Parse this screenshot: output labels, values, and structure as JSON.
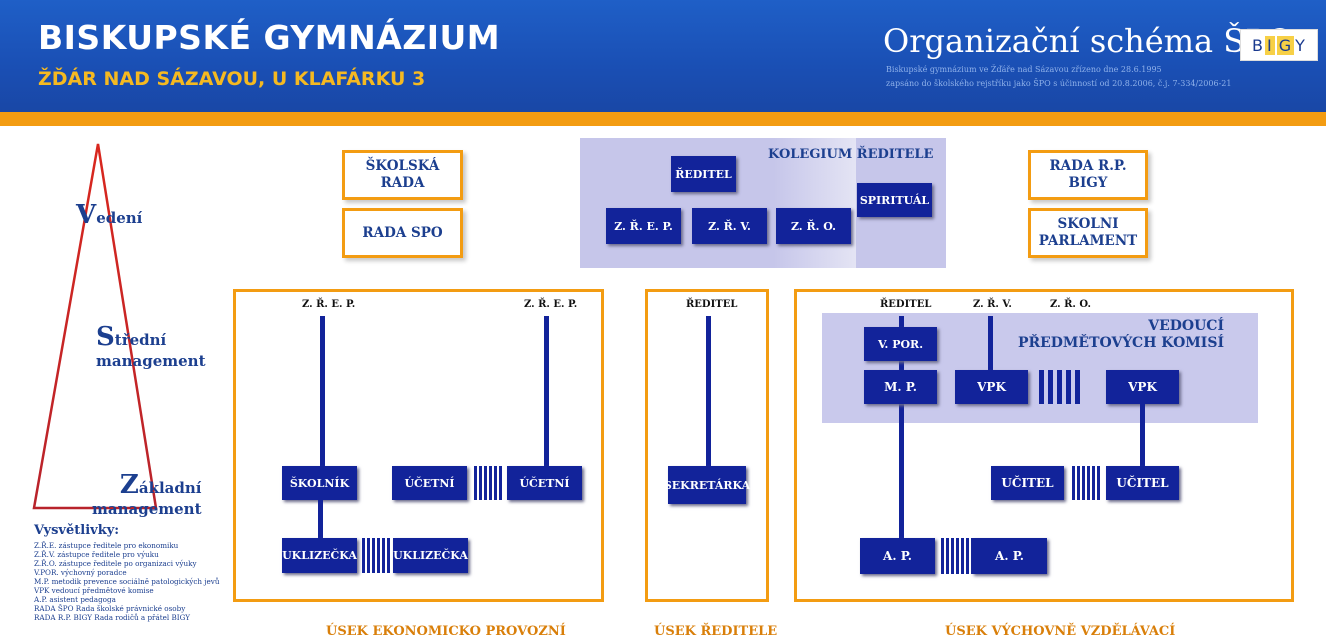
{
  "header": {
    "school_name": "BISKUPSKÉ GYMNÁZIUM",
    "school_address": "ŽĎÁR NAD SÁZAVOU, U KLAFÁRKU 3",
    "scheme_title": "Organizační schéma ŠPO",
    "scheme_sub1": "Biskupské gymnázium ve Žďáře nad Sázavou zřízeno dne 28.6.1995",
    "scheme_sub2": "zapsáno do školského rejstříku jako ŠPO s účinností od 20.8.2006, č.j. 7-334/2006-21",
    "logo_text": "BIGY"
  },
  "levels": {
    "vedeni_initial": "V",
    "vedeni_rest": "edení",
    "stredni_initial": "S",
    "stredni_rest": "třední",
    "stredni_sub": "management",
    "zakladni_initial": "Z",
    "zakladni_rest": "ákladní",
    "zakladni_sub": "management"
  },
  "legend": {
    "title": "Vysvětlivky:",
    "items": [
      "Z.Ř.E. zástupce ředitele pro ekonomiku",
      "Z.Ř.V. zástupce ředitele pro výuku",
      "Z.Ř.O. zástupce ředitele po organizaci výuky",
      "V.POR. výchovný poradce",
      "M.P. metodik prevence sociálně patologických jevů",
      "VPK vedoucí předmětové komise",
      "A.P. asistent pedagoga",
      "RADA ŠPO Rada školské právnické osoby",
      "RADA R.P. BIGY Rada rodičů a přátel BIGY"
    ]
  },
  "top": {
    "skolska_rada": "ŠKOLSKÁ RADA",
    "rada_spo": "RADA SPO",
    "kolegium_title": "KOLEGIUM ŘEDITELE",
    "reditel": "ŘEDITEL",
    "spiritual": "SPIRITUÁL",
    "zrep": "Z. Ř. E. P.",
    "zrv": "Z. Ř. V.",
    "zro": "Z. Ř. O.",
    "rada_rp_bigy": "RADA R.P. BIGY",
    "skolni_parlament": "SKOLNI PARLAMENT"
  },
  "econ": {
    "hdr1": "Z. Ř. E. P.",
    "hdr2": "Z. Ř. E. P.",
    "skolnik": "ŠKOLNÍK",
    "ucetni1": "ÚČETNÍ",
    "ucetni2": "ÚČETNÍ",
    "uklizecka1": "UKLIZEČKA",
    "uklizecka2": "UKLIZEČKA",
    "label": "ÚSEK EKONOMICKO PROVOZNÍ"
  },
  "dir": {
    "hdr": "ŘEDITEL",
    "sekretarka": "SEKRETÁRKA",
    "label": "ÚSEK ŘEDITELE"
  },
  "edu": {
    "hdr_reditel": "ŘEDITEL",
    "hdr_zrv": "Z. Ř. V.",
    "hdr_zro": "Z. Ř. O.",
    "vpk_title": "VEDOUCÍ PŘEDMĚTOVÝCH KOMISÍ",
    "vpor": "V. POR.",
    "mp": "M. P.",
    "vpk1": "VPK",
    "vpk2": "VPK",
    "ucitel1": "UČITEL",
    "ucitel2": "UČITEL",
    "ap1": "A. P.",
    "ap2": "A. P.",
    "label": "ÚSEK VÝCHOVNĚ VZDĚLÁVACÍ"
  }
}
